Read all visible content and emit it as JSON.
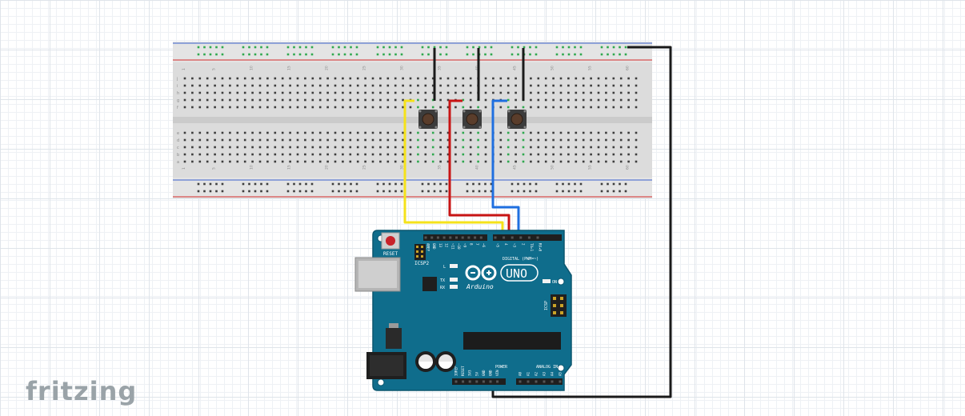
{
  "app": {
    "logo_text": "fritzing"
  },
  "colors": {
    "logo": "#9aa3a8",
    "board": "#0f6d8c",
    "board_dark": "#0b566f",
    "breadboard": "#dcdcdc",
    "rail_red": "#d42a2a",
    "rail_blue": "#3a5fcd",
    "wire_yellow": "#f5e21a",
    "wire_red": "#c81414",
    "wire_blue": "#1f6fe0",
    "wire_black": "#1a1a1a",
    "button_cap": "#5a3d2b"
  },
  "arduino": {
    "reset_label": "RESET",
    "icsp2_label": "ICSP2",
    "icsp_label": "ICSP",
    "digital_label": "DIGITAL (PWM=~)",
    "brand": "Arduino",
    "model": "UNO",
    "on_label": "ON",
    "l_label": "L",
    "tx_label": "TX",
    "rx_label": "RX",
    "power_label": "POWER",
    "analog_label": "ANALOG IN",
    "digital_pins": [
      "AREF",
      "GND",
      "13",
      "12",
      "~11",
      "~10",
      "~9",
      "8",
      "7",
      "~6",
      "~5",
      "4",
      "~3",
      "2",
      "TX▸1",
      "RX◂0"
    ],
    "power_pins": [
      "IOREF",
      "RESET",
      "3V3",
      "5V",
      "GND",
      "GND",
      "VIN"
    ],
    "analog_pins": [
      "A0",
      "A1",
      "A2",
      "A3",
      "A4",
      "A5"
    ]
  },
  "breadboard": {
    "column_numbers": [
      "1",
      "5",
      "10",
      "15",
      "20",
      "25",
      "30",
      "35",
      "40",
      "45",
      "50",
      "55",
      "60"
    ],
    "row_letters_top": [
      "j",
      "i",
      "h",
      "g",
      "f"
    ],
    "row_letters_bottom": [
      "e",
      "d",
      "c",
      "b",
      "a"
    ]
  },
  "components": [
    {
      "type": "pushbutton"
    },
    {
      "type": "pushbutton"
    },
    {
      "type": "pushbutton"
    }
  ]
}
